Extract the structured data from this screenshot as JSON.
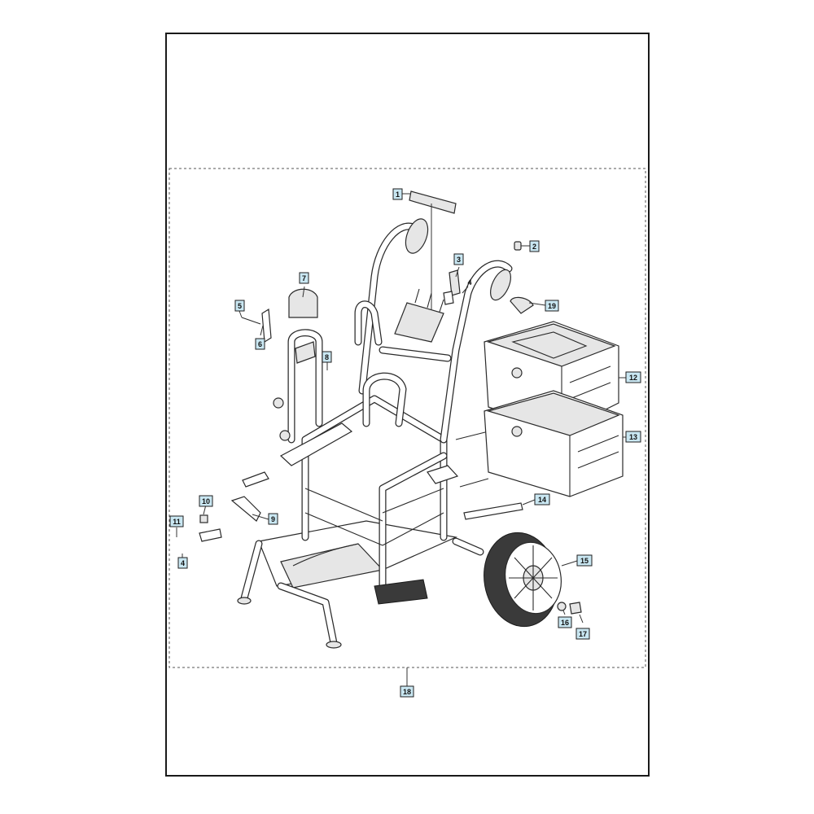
{
  "diagram": {
    "callouts": [
      {
        "label": "1"
      },
      {
        "label": "2"
      },
      {
        "label": "3"
      },
      {
        "label": "4"
      },
      {
        "label": "5"
      },
      {
        "label": "6"
      },
      {
        "label": "7"
      },
      {
        "label": "8"
      },
      {
        "label": "9"
      },
      {
        "label": "10"
      },
      {
        "label": "11"
      },
      {
        "label": "12"
      },
      {
        "label": "13"
      },
      {
        "label": "14"
      },
      {
        "label": "15"
      },
      {
        "label": "16"
      },
      {
        "label": "17"
      },
      {
        "label": "18"
      },
      {
        "label": "19"
      },
      {
        "label": "4"
      }
    ]
  }
}
